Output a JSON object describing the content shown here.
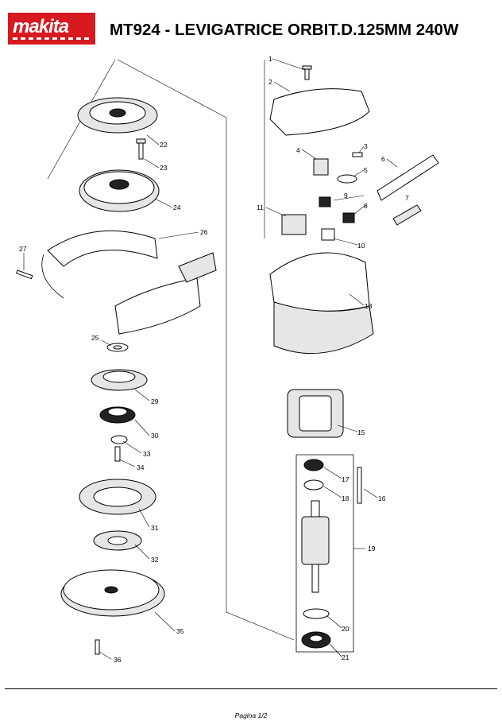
{
  "header": {
    "brand": "makita",
    "title": "MT924 - LEVIGATRICE ORBIT.D.125MM 240W"
  },
  "parts_labels": [
    "1",
    "2",
    "3",
    "4",
    "5",
    "6",
    "7",
    "8",
    "9",
    "10",
    "11",
    "13",
    "15",
    "16",
    "17",
    "18",
    "19",
    "20",
    "21",
    "22",
    "23",
    "24",
    "25",
    "26",
    "27",
    "29",
    "30",
    "31",
    "32",
    "33",
    "34",
    "35",
    "36"
  ],
  "footer": {
    "page": "Pagina 1/2"
  }
}
